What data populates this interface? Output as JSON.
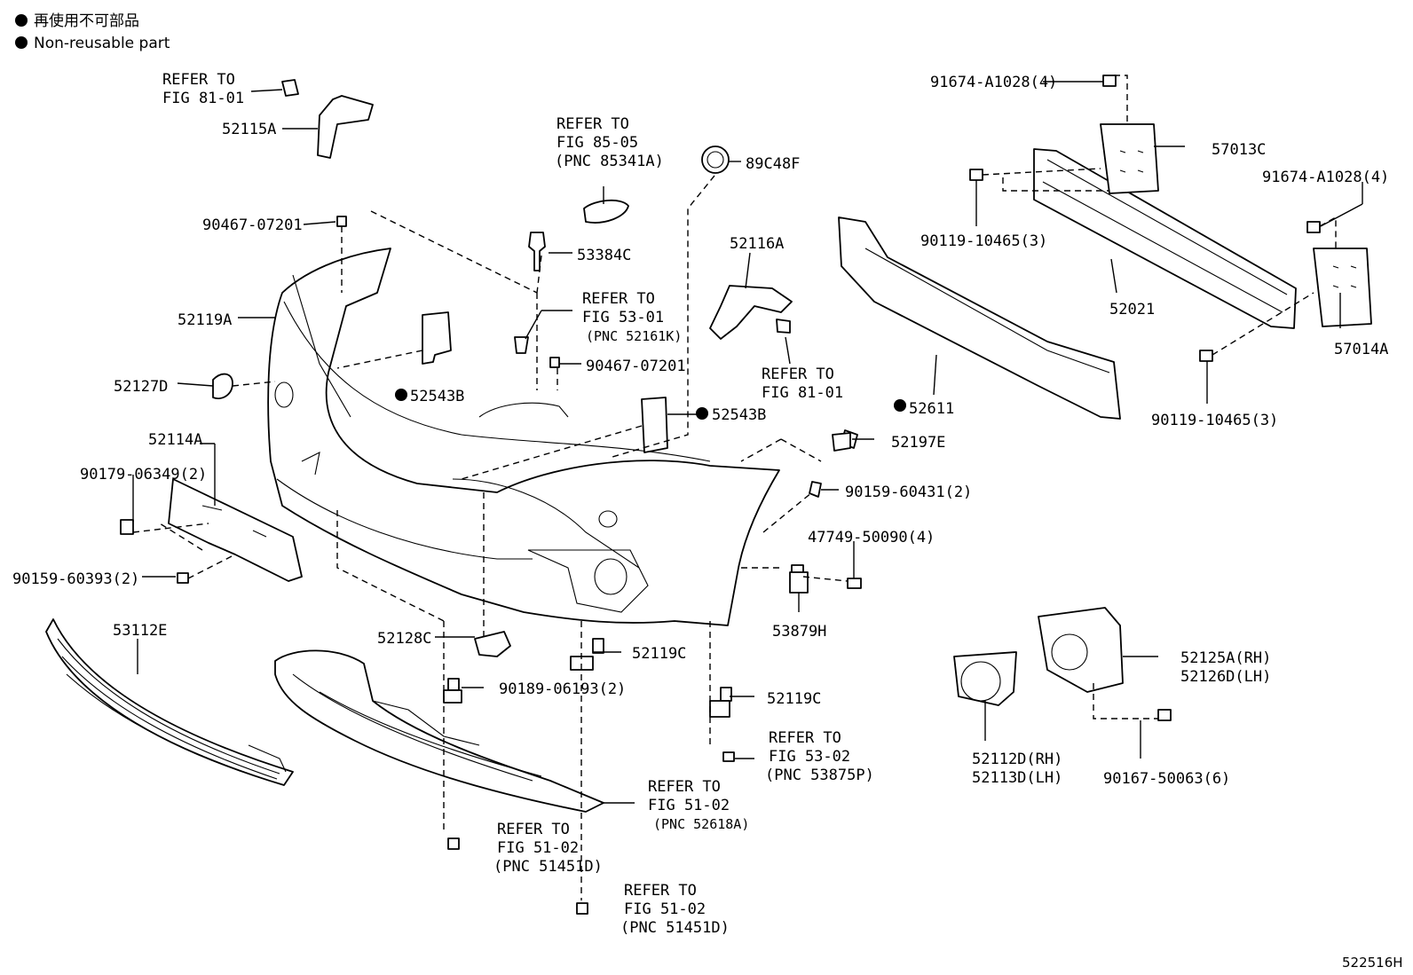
{
  "legend": {
    "line_ja": "再使用不可部品",
    "line_en": "Non-reusable part"
  },
  "labels": {
    "refer_fig_81_01_top_1": "REFER TO",
    "refer_fig_81_01_top_2": "FIG 81-01",
    "p52115A": "52115A",
    "refer_fig_85_05_1": "REFER TO",
    "refer_fig_85_05_2": "FIG 85-05",
    "refer_fig_85_05_3": "(PNC 85341A)",
    "p89C48F": "89C48F",
    "p90467_07201_a": "90467-07201",
    "p53384C": "53384C",
    "p52116A": "52116A",
    "refer_fig_53_01_1": "REFER TO",
    "refer_fig_53_01_2": "FIG 53-01",
    "refer_fig_53_01_3": "(PNC 52161K)",
    "p52119A": "52119A",
    "p90467_07201_b": "90467-07201",
    "refer_fig_81_01_mid_1": "REFER TO",
    "refer_fig_81_01_mid_2": "FIG 81-01",
    "p52127D": "52127D",
    "p52543B_a": "52543B",
    "p52543B_b": "52543B",
    "p52114A": "52114A",
    "p90179_06349": "90179-06349(2)",
    "p52197E": "52197E",
    "p90159_60431": "90159-60431(2)",
    "p47749_50090": "47749-50090(4)",
    "p90159_60393": "90159-60393(2)",
    "p53879H": "53879H",
    "p53112E": "53112E",
    "p52128C": "52128C",
    "p52119C_a": "52119C",
    "p90189_06193": "90189-06193(2)",
    "p52119C_b": "52119C",
    "refer_fig_53_02_1": "REFER TO",
    "refer_fig_53_02_2": "FIG 53-02",
    "refer_fig_53_02_3": "(PNC 53875P)",
    "refer_fig_51_02_a_1": "REFER TO",
    "refer_fig_51_02_a_2": "FIG 51-02",
    "refer_fig_51_02_a_3": "(PNC 52618A)",
    "refer_fig_51_02_b_1": "REFER TO",
    "refer_fig_51_02_b_2": "FIG 51-02",
    "refer_fig_51_02_b_3": "(PNC 51451D)",
    "refer_fig_51_02_c_1": "REFER TO",
    "refer_fig_51_02_c_2": "FIG 51-02",
    "refer_fig_51_02_c_3": "(PNC 51451D)",
    "p91674_A1028_a": "91674-A1028(4)",
    "p57013C": "57013C",
    "p91674_A1028_b": "91674-A1028(4)",
    "p90119_10465_a": "90119-10465(3)",
    "p52021": "52021",
    "p57014A": "57014A",
    "p90119_10465_b": "90119-10465(3)",
    "p52611": "52611",
    "p52125A": "52125A(RH)",
    "p52126D": "52126D(LH)",
    "p52112D": "52112D(RH)",
    "p52113D": "52113D(LH)",
    "p90167_50063": "90167-50063(6)"
  },
  "diagram_code": "522516H"
}
